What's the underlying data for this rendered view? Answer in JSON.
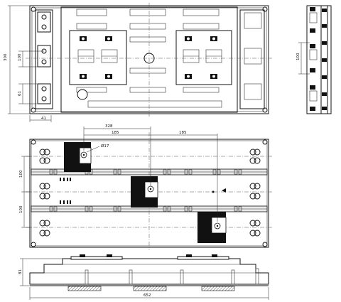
{
  "top_view": {
    "dim_height": "300",
    "dim_slot_pitch": "100",
    "dim_small": "61",
    "dim_bottom": "41"
  },
  "side_view": {
    "dim_pitch": "100"
  },
  "front_view": {
    "dim_328": "328",
    "dim_185_left": "185",
    "dim_185_right": "185",
    "dim_hole": "Ø17",
    "dim_row_top": "100",
    "dim_row_bottom": "100"
  },
  "bottom_view": {
    "dim_height": "81",
    "dim_width": "652"
  }
}
